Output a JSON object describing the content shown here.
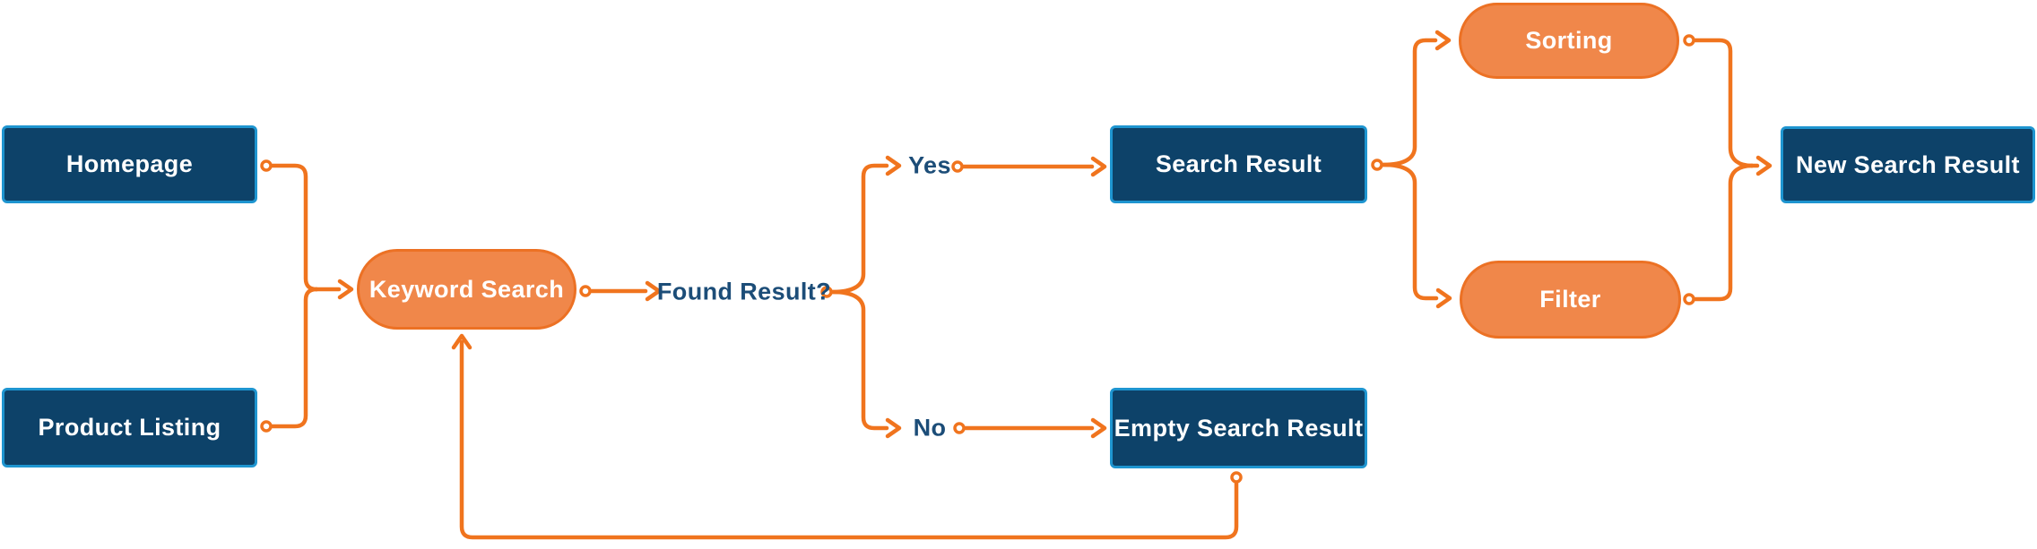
{
  "diagram": {
    "colors": {
      "node_fill": "#0d4269",
      "node_border": "#1e95d0",
      "pill_fill": "#f0874a",
      "pill_border": "#ec7124",
      "connector": "#f0741e",
      "label_text": "#1c4d78",
      "node_text": "#ffffff",
      "background": "#ffffff"
    },
    "nodes": {
      "homepage": {
        "label": "Homepage",
        "shape": "rectangle"
      },
      "product_listing": {
        "label": "Product Listing",
        "shape": "rectangle"
      },
      "keyword_search": {
        "label": "Keyword Search",
        "shape": "pill"
      },
      "search_result": {
        "label": "Search Result",
        "shape": "rectangle"
      },
      "empty_search_result": {
        "label": "Empty Search Result",
        "shape": "rectangle"
      },
      "sorting": {
        "label": "Sorting",
        "shape": "pill"
      },
      "filter": {
        "label": "Filter",
        "shape": "pill"
      },
      "new_search_result": {
        "label": "New Search Result",
        "shape": "rectangle"
      }
    },
    "labels": {
      "decision": "Found Result?",
      "yes": "Yes",
      "no": "No"
    },
    "edges": [
      {
        "from": "Homepage",
        "to": "Keyword Search"
      },
      {
        "from": "Product Listing",
        "to": "Keyword Search"
      },
      {
        "from": "Keyword Search",
        "to": "Found Result?"
      },
      {
        "from": "Found Result?",
        "to": "Search Result",
        "label": "Yes"
      },
      {
        "from": "Found Result?",
        "to": "Empty Search Result",
        "label": "No"
      },
      {
        "from": "Search Result",
        "to": "Sorting"
      },
      {
        "from": "Search Result",
        "to": "Filter"
      },
      {
        "from": "Sorting",
        "to": "New Search Result"
      },
      {
        "from": "Filter",
        "to": "New Search Result"
      },
      {
        "from": "Empty Search Result",
        "to": "Keyword Search"
      }
    ]
  }
}
